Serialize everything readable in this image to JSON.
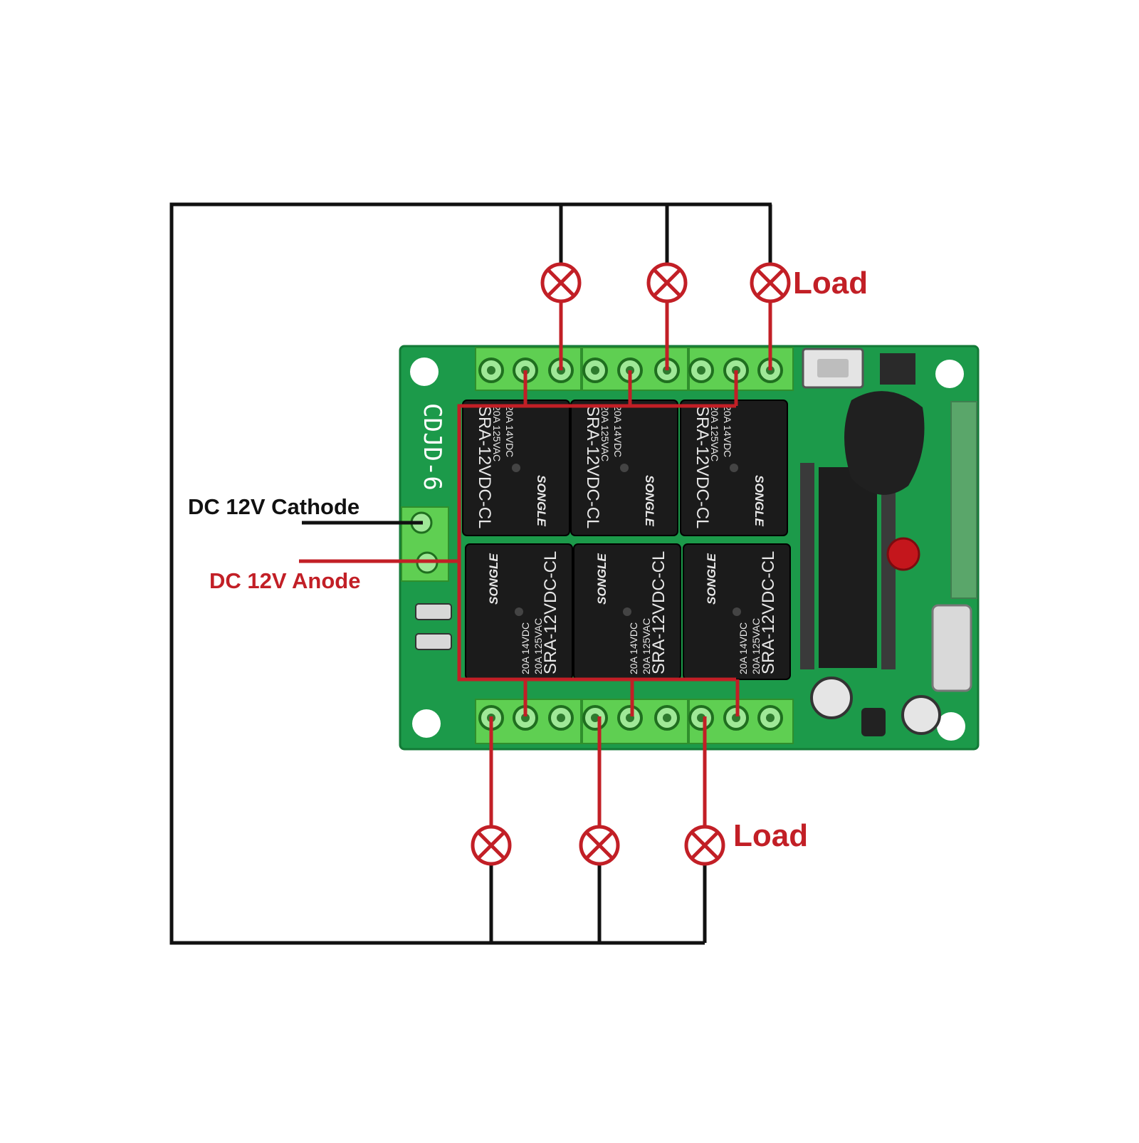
{
  "colors": {
    "wire_black": "#111111",
    "wire_red": "#c21f26",
    "board_green": "#1c9a4a",
    "terminal_green": "#5fcf52",
    "relay_black": "#1b1b1b",
    "label_red": "#c21f26",
    "label_black": "#111111"
  },
  "labels": {
    "load_top": "Load",
    "load_bottom": "Load",
    "dc_cathode": "DC 12V Cathode",
    "dc_anode": "DC 12V Anode"
  },
  "board": {
    "silkscreen": "CDJD-6",
    "relay_model": "SRA-12VDC-CL",
    "relay_brand": "SONGLE",
    "relay_ratings": [
      "20A 14VDC",
      "20A 125VAC"
    ]
  },
  "icons": {
    "load_lamp": "lamp-cross-icon"
  }
}
